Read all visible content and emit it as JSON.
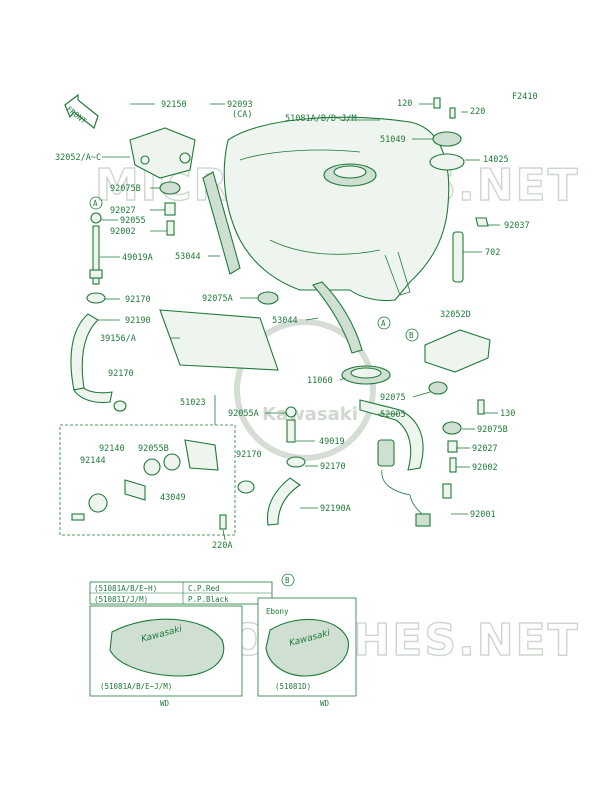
{
  "figure_code": "F2410",
  "front_label": "FRONT",
  "watermark": "MICROFICHES.NET",
  "brand": "Kawasaki",
  "part_labels": [
    {
      "id": "92150",
      "text": "92150"
    },
    {
      "id": "92093",
      "text": "92093"
    },
    {
      "id": "ca",
      "text": "(CA)"
    },
    {
      "id": "51081abdjm",
      "text": "51081A/B/D~J/M"
    },
    {
      "id": "120",
      "text": "120"
    },
    {
      "id": "220",
      "text": "220"
    },
    {
      "id": "51049",
      "text": "51049"
    },
    {
      "id": "14025",
      "text": "14025"
    },
    {
      "id": "32052ac",
      "text": "32052/A~C"
    },
    {
      "id": "92075b_top",
      "text": "92075B"
    },
    {
      "id": "markA1",
      "text": "A"
    },
    {
      "id": "92027_top",
      "text": "92027"
    },
    {
      "id": "92055",
      "text": "92055"
    },
    {
      "id": "92002_top",
      "text": "92002"
    },
    {
      "id": "92037",
      "text": "92037"
    },
    {
      "id": "702",
      "text": "702"
    },
    {
      "id": "49019a",
      "text": "49019A"
    },
    {
      "id": "53044_top",
      "text": "53044"
    },
    {
      "id": "92075a",
      "text": "92075A"
    },
    {
      "id": "92170_1",
      "text": "92170"
    },
    {
      "id": "92190",
      "text": "92190"
    },
    {
      "id": "53044_mid",
      "text": "53044"
    },
    {
      "id": "markA2",
      "text": "A"
    },
    {
      "id": "markB1",
      "text": "B"
    },
    {
      "id": "32052d",
      "text": "32052D"
    },
    {
      "id": "39156a",
      "text": "39156/A"
    },
    {
      "id": "11060",
      "text": "11060"
    },
    {
      "id": "92170_2",
      "text": "92170"
    },
    {
      "id": "51023",
      "text": "51023"
    },
    {
      "id": "92055a",
      "text": "92055A"
    },
    {
      "id": "92075",
      "text": "92075"
    },
    {
      "id": "52005",
      "text": "52005"
    },
    {
      "id": "130",
      "text": "130"
    },
    {
      "id": "92140",
      "text": "92140"
    },
    {
      "id": "92055b",
      "text": "92055B"
    },
    {
      "id": "49019",
      "text": "49019"
    },
    {
      "id": "92075b_bot",
      "text": "92075B"
    },
    {
      "id": "92144",
      "text": "92144"
    },
    {
      "id": "92170_3",
      "text": "92170"
    },
    {
      "id": "92170_4",
      "text": "92170"
    },
    {
      "id": "92027_bot",
      "text": "92027"
    },
    {
      "id": "43049",
      "text": "43049"
    },
    {
      "id": "92002_bot",
      "text": "92002"
    },
    {
      "id": "92190a",
      "text": "92190A"
    },
    {
      "id": "92001",
      "text": "92001"
    },
    {
      "id": "220a",
      "text": "220A"
    }
  ],
  "color_table": [
    {
      "models": "(51081A/B/E~H)",
      "color": "C.P.Red"
    },
    {
      "models": "(51081I/J/M)",
      "color": "P.P.Black"
    }
  ],
  "markB2": "B",
  "inset_left": {
    "caption": "(51081A/B/E~J/M)",
    "footer": "WD"
  },
  "inset_right": {
    "color_note": "Ebony",
    "caption": "(51081D)",
    "footer": "WD"
  },
  "colors": {
    "ink": "#1f7a3a",
    "watermark": "#cfd6cf",
    "fill": "#eef4ee"
  }
}
